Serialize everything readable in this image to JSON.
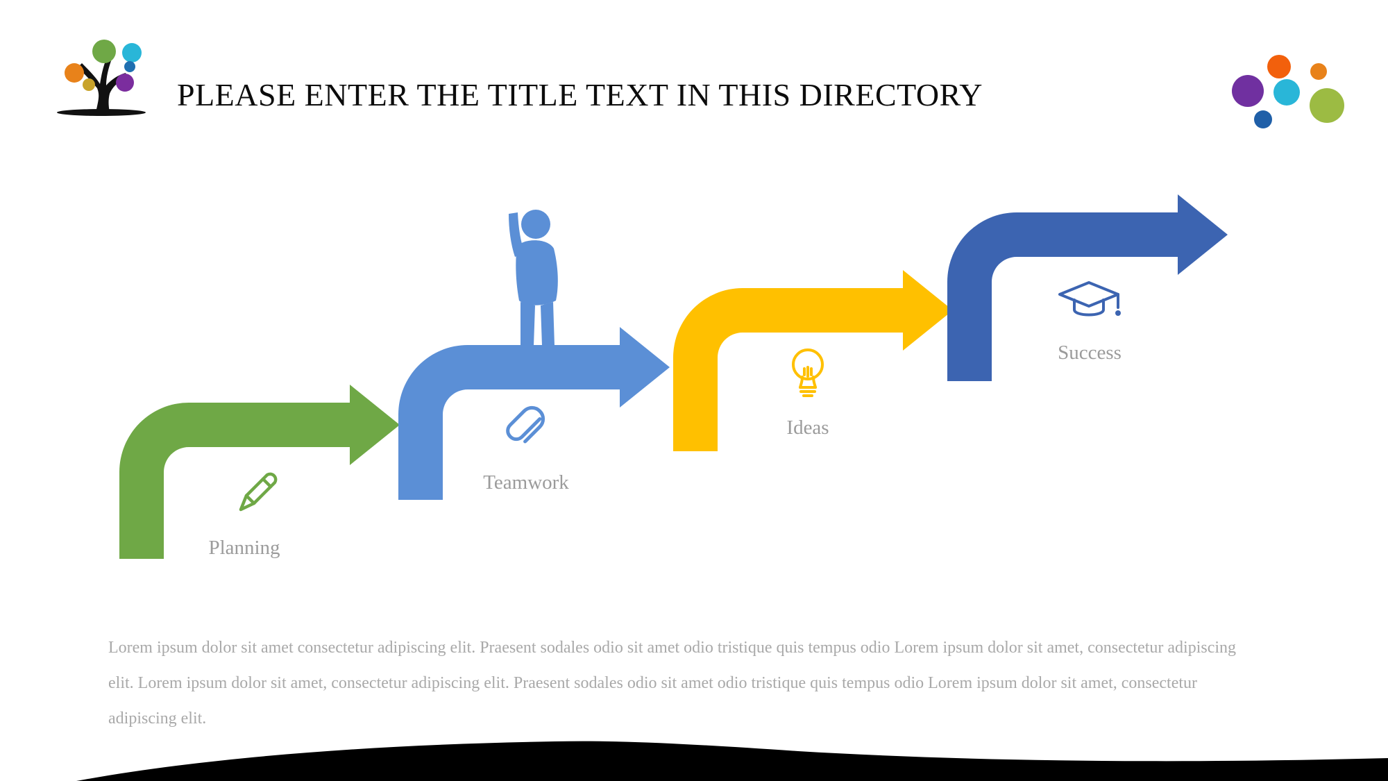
{
  "slide": {
    "title": "PLEASE ENTER THE TITLE TEXT IN THIS DIRECTORY",
    "body_text": "Lorem ipsum dolor sit amet consectetur adipiscing elit. Praesent sodales odio sit amet odio tristique quis tempus odio Lorem ipsum dolor sit amet, consectetur adipiscing elit. Lorem ipsum dolor sit amet, consectetur adipiscing elit. Praesent sodales odio sit amet odio tristique quis tempus odio Lorem ipsum dolor sit amet, consectetur adipiscing elit."
  },
  "steps": [
    {
      "label": "Planning",
      "color": "#6FA846",
      "icon": "pencil-icon"
    },
    {
      "label": "Teamwork",
      "color": "#5B8FD6",
      "icon": "paperclip-icon"
    },
    {
      "label": "Ideas",
      "color": "#FFC000",
      "icon": "lightbulb-icon"
    },
    {
      "label": "Success",
      "color": "#3C64B1",
      "icon": "graduation-cap-icon"
    }
  ],
  "decorations": {
    "title_color": "#0c0c0c",
    "label_color": "#9b9b9b",
    "body_color": "#a9a9a9",
    "footer_color": "#000000",
    "tree_trunk_color": "#111111",
    "tree_palette": [
      "#6FA846",
      "#29B6D8",
      "#E8821A",
      "#1F6FB0",
      "#7B2D9E",
      "#C8A32B"
    ],
    "corner_palette": [
      "#F2600C",
      "#E8821A",
      "#7030A0",
      "#29B6D8",
      "#9CBB43",
      "#1F5FA8"
    ]
  }
}
